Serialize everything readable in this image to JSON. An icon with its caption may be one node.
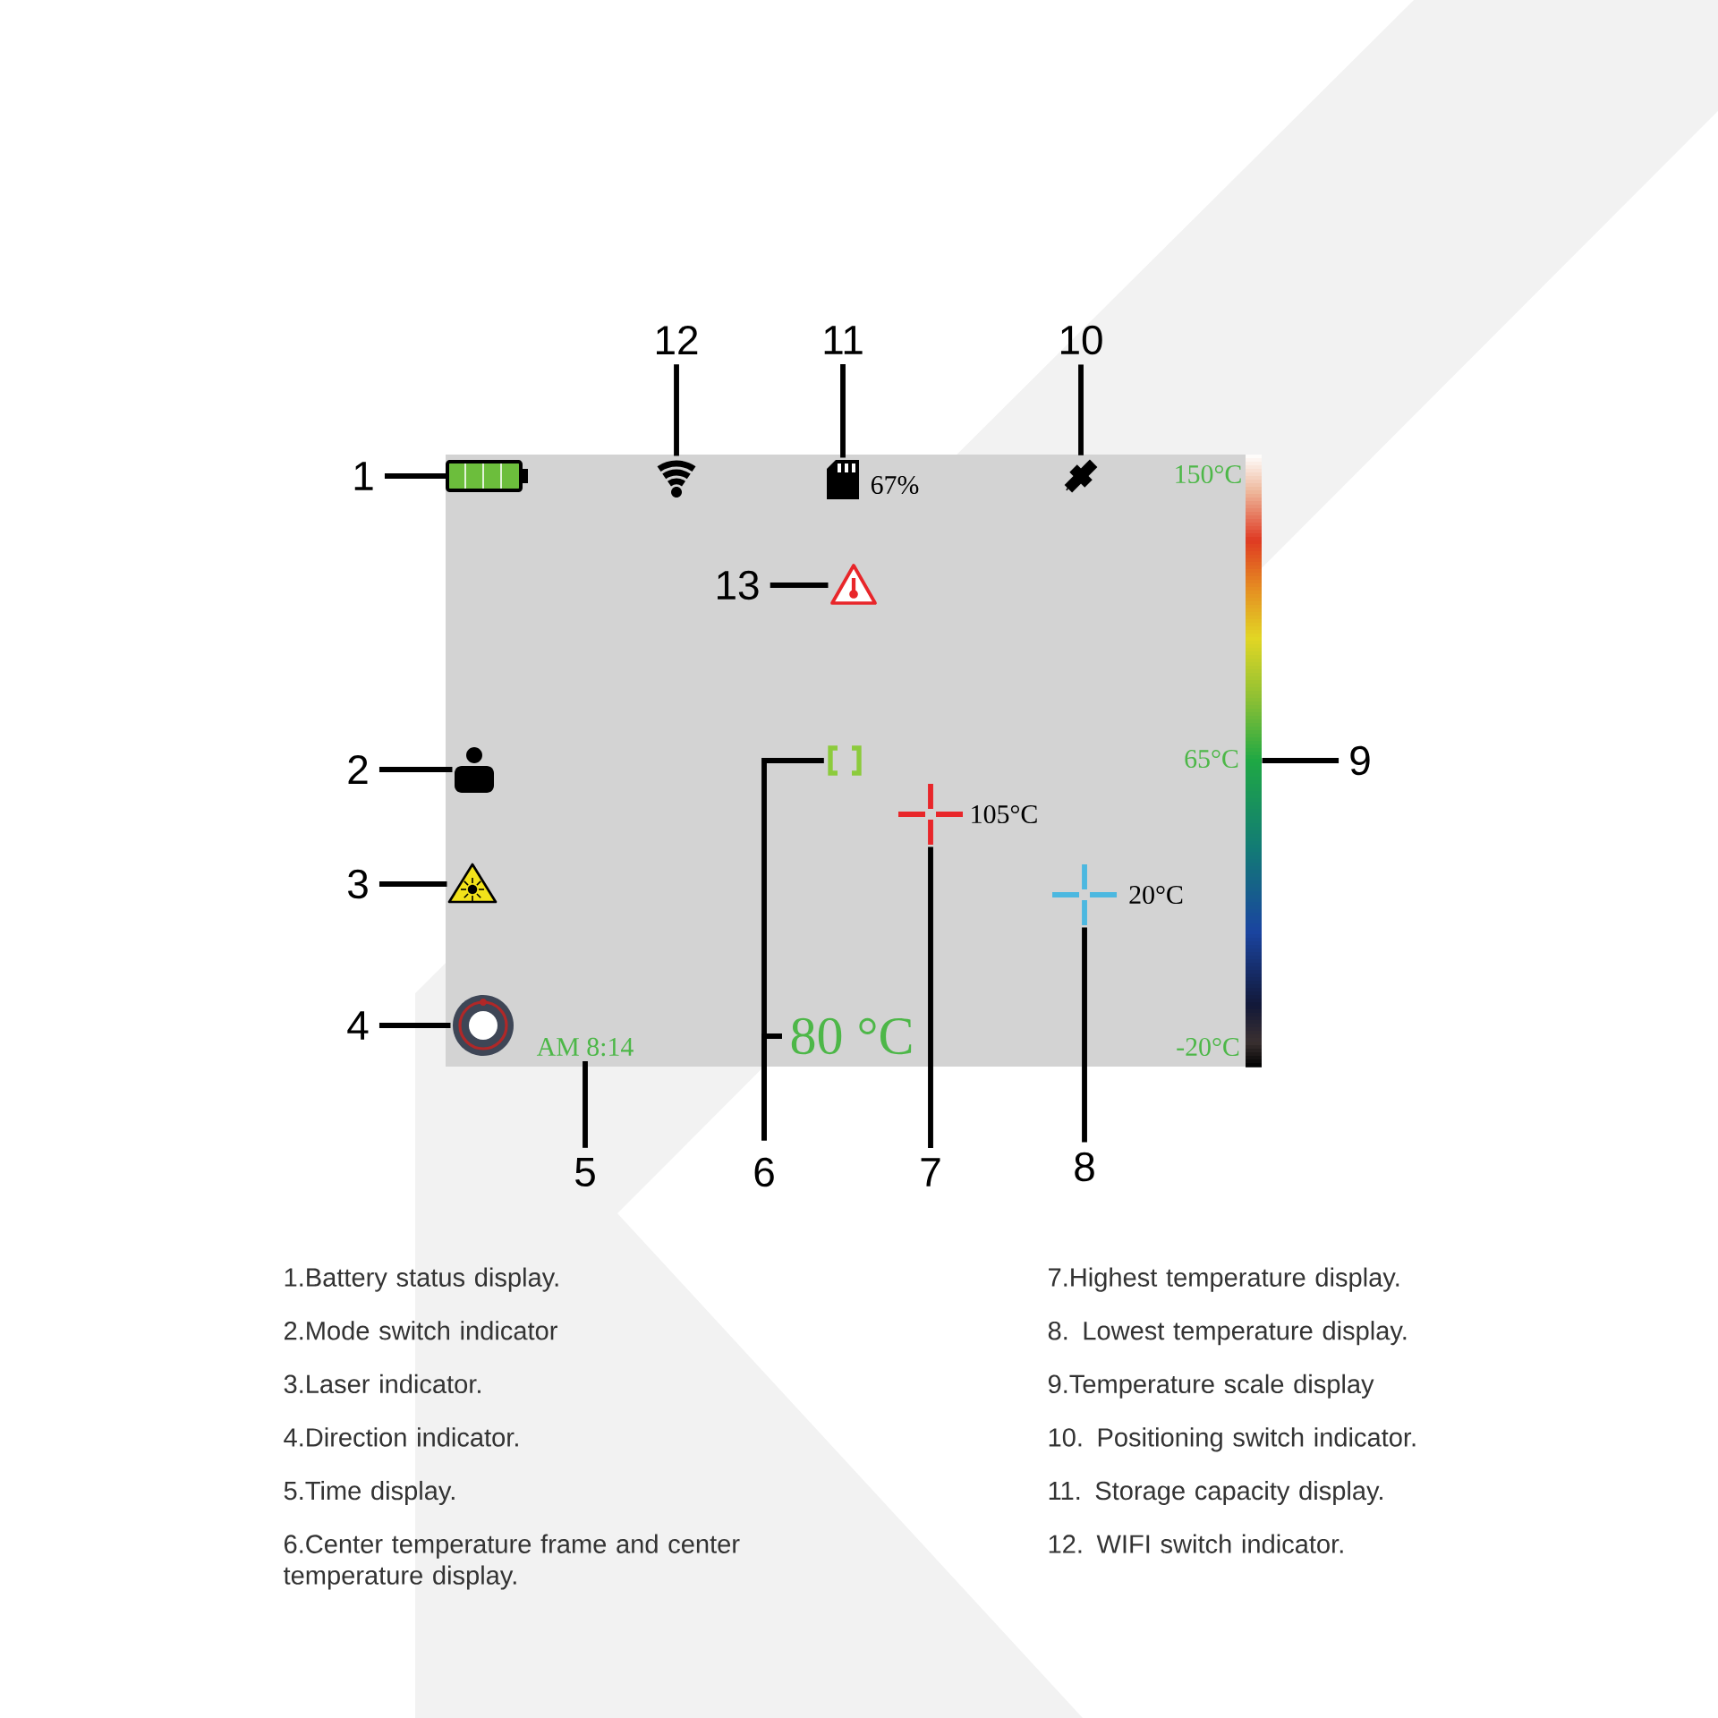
{
  "diagram": {
    "nodes": [
      {
        "text": [],
        "shape": "box"
      },
      {
        "text": [
          "12"
        ]
      },
      {
        "text": [
          "11"
        ]
      },
      {
        "text": [
          "10"
        ]
      },
      {
        "text": [
          "1"
        ]
      },
      {
        "text": [],
        "shape": "battery",
        "in": 0
      },
      {
        "text": [],
        "shape": "wifi",
        "in": 0
      },
      {
        "text": [],
        "shape": "card",
        "in": 0,
        "beside": [
          "67%"
        ]
      },
      {
        "text": [],
        "shape": "satellite",
        "in": 0
      },
      {
        "text": [],
        "shape": "bar",
        "beside": [
          "150°C",
          "65°C",
          "-20°C"
        ]
      },
      {
        "text": [
          "13"
        ],
        "in": 0
      },
      {
        "text": [],
        "shape": "triangle",
        "in": 0
      },
      {
        "text": [
          "2"
        ]
      },
      {
        "text": [],
        "shape": "person",
        "in": 0
      },
      {
        "text": [],
        "shape": "bracket",
        "in": 0
      },
      {
        "text": [
          "9"
        ]
      },
      {
        "text": [],
        "shape": "cross",
        "in": 0,
        "beside": [
          "105°C"
        ]
      },
      {
        "text": [
          "3"
        ]
      },
      {
        "text": [],
        "shape": "triangle",
        "in": 0
      },
      {
        "text": [],
        "shape": "cross",
        "in": 0,
        "beside": [
          "20°C"
        ]
      },
      {
        "text": [
          "4"
        ]
      },
      {
        "text": [],
        "shape": "circle",
        "in": 0
      },
      {
        "text": [
          "80 °C"
        ],
        "in": 0
      },
      {
        "text": [
          "AM 8:14"
        ],
        "in": 0
      },
      {
        "text": [
          "5"
        ]
      },
      {
        "text": [
          "6"
        ]
      },
      {
        "text": [
          "7"
        ]
      },
      {
        "text": [
          "8"
        ]
      }
    ],
    "edges": [
      {
        "from": 4,
        "to": 5,
        "arrow": "none"
      },
      {
        "from": 1,
        "to": 6,
        "arrow": "none"
      },
      {
        "from": 2,
        "to": 7,
        "arrow": "none"
      },
      {
        "from": 3,
        "to": 8,
        "arrow": "none"
      },
      {
        "from": 10,
        "to": 11,
        "arrow": "none"
      },
      {
        "from": 12,
        "to": 13,
        "arrow": "none"
      },
      {
        "from": 15,
        "to": 9,
        "arrow": "none"
      },
      {
        "from": 17,
        "to": 18,
        "arrow": "none"
      },
      {
        "from": 20,
        "to": 21,
        "arrow": "none"
      },
      {
        "from": 24,
        "to": 23,
        "arrow": "none"
      },
      {
        "from": 25,
        "to": 14,
        "arrow": "none"
      },
      {
        "from": 25,
        "to": 22,
        "arrow": "none"
      },
      {
        "from": 26,
        "to": 16,
        "arrow": "none"
      },
      {
        "from": 27,
        "to": 19,
        "arrow": "none"
      }
    ],
    "labels": [
      "1.Battery status display.",
      "7.Highest temperature display.",
      "2.Mode switch indicator",
      "8. Lowest temperature display.",
      "3.Laser indicator.",
      "9.Temperature scale display",
      "4.Direction indicator.",
      "10. Positioning switch indicator.",
      "5.Time display.",
      "11. Storage capacity display.",
      "6.Center temperature frame and center temperature display.",
      "12. WIFI switch indicator."
    ]
  }
}
